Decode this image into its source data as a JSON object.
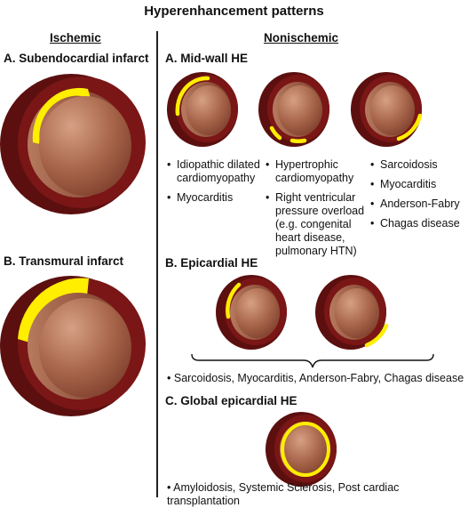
{
  "title": "Hyperenhancement patterns",
  "ischemic": {
    "heading": "Ischemic",
    "subendocardial_label": "A. Subendocardial infarct",
    "transmural_label": "B. Transmural infarct"
  },
  "nonischemic": {
    "heading": "Nonischemic",
    "midwall_label": "A. Mid-wall HE",
    "midwall_col1": [
      [
        "Idiopathic dilated",
        "cardiomyopathy"
      ],
      [
        "Myocarditis"
      ]
    ],
    "midwall_col2": [
      [
        "Hypertrophic",
        "cardiomyopathy"
      ],
      [
        "Right ventricular",
        "pressure overload",
        "(e.g. congenital",
        "heart disease,",
        "pulmonary HTN)"
      ]
    ],
    "midwall_col3": [
      [
        "Sarcoidosis"
      ],
      [
        "Myocarditis"
      ],
      [
        "Anderson-Fabry"
      ],
      [
        "Chagas disease"
      ]
    ],
    "epicardial_label": "B. Epicardial HE",
    "epicardial_list": "Sarcoidosis, Myocarditis, Anderson-Fabry, Chagas disease",
    "global_label": "C. Global epicardial HE",
    "global_list": "Amyloidosis, Systemic Sclerosis, Post cardiac transplantation"
  },
  "colors": {
    "wall_dark": "#5c0f0f",
    "wall_mid": "#7a1616",
    "cavity_light": "#c98a6a",
    "cavity_dark": "#8a4a35",
    "enhancement": "#ffee00"
  }
}
